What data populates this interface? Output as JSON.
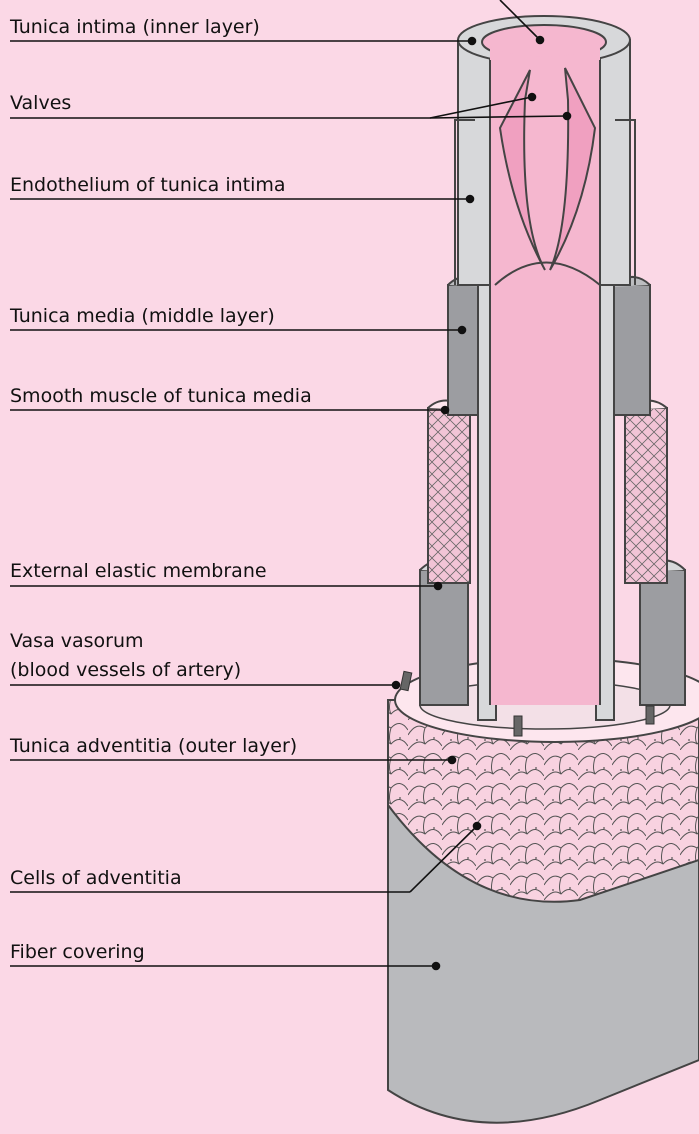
{
  "diagram": {
    "labels": [
      {
        "id": "tunica-intima",
        "lines": [
          "Tunica intima (inner layer)"
        ]
      },
      {
        "id": "valves",
        "lines": [
          "Valves"
        ]
      },
      {
        "id": "endothelium",
        "lines": [
          "Endothelium of tunica intima"
        ]
      },
      {
        "id": "tunica-media",
        "lines": [
          "Tunica media (middle layer)"
        ]
      },
      {
        "id": "smooth-muscle",
        "lines": [
          "Smooth muscle of tunica media"
        ]
      },
      {
        "id": "external-elastic",
        "lines": [
          "External elastic membrane"
        ]
      },
      {
        "id": "vasa-vasorum",
        "lines": [
          "Vasa vasorum",
          "(blood vessels of artery)"
        ]
      },
      {
        "id": "tunica-adventitia",
        "lines": [
          "Tunica adventitia (outer layer)"
        ]
      },
      {
        "id": "cells-adventitia",
        "lines": [
          "Cells of adventitia"
        ]
      },
      {
        "id": "fiber-covering",
        "lines": [
          "Fiber covering"
        ]
      }
    ],
    "colors": {
      "background": "#fbd8e6",
      "lumen": "#f5b7cf",
      "valve": "#f0a0c0",
      "wall_light": "#d7d8da",
      "wall_mid": "#bcbdc0",
      "wall_dark": "#9c9da1",
      "muscle": "#f2c4d6",
      "adventitia": "#f8d2e0",
      "fiber": "#b9babd",
      "outline": "#444444"
    }
  }
}
